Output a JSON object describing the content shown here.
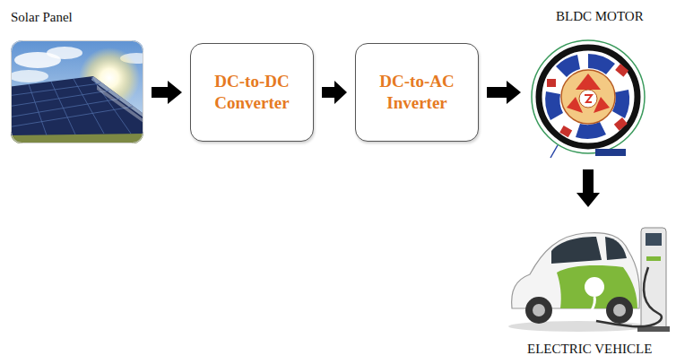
{
  "diagram": {
    "nodes": [
      {
        "text": [
          "Solar Panel"
        ]
      },
      {
        "text": [
          "DC-to-DC Converter"
        ]
      },
      {
        "text": [
          "DC-to-AC Inverter"
        ]
      },
      {
        "text": [
          "BLDC MOTOR"
        ]
      },
      {
        "text": [
          "ELECTRIC VEHICLE"
        ]
      }
    ],
    "edges": [
      {
        "from": 0,
        "to": 1,
        "arrow": "to"
      },
      {
        "from": 1,
        "to": 2,
        "arrow": "to"
      },
      {
        "from": 2,
        "to": 3,
        "arrow": "to"
      },
      {
        "from": 3,
        "to": 4,
        "arrow": "to"
      }
    ]
  }
}
